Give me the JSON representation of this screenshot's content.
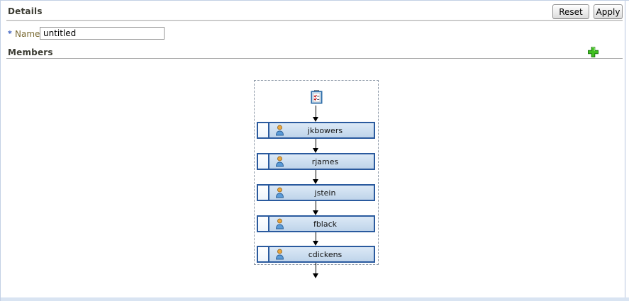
{
  "panel": {
    "title": "Details"
  },
  "toolbar": {
    "reset_label": "Reset",
    "apply_label": "Apply"
  },
  "form": {
    "required_marker": "*",
    "name_label": "Name",
    "name_value": "untitled"
  },
  "members_section": {
    "title": "Members",
    "add_icon": "green-plus-icon"
  },
  "diagram": {
    "start_icon": "task-list-icon",
    "node_icon": "user-icon",
    "flow": "vertical-sequence-with-arrows",
    "members": [
      "jkbowers",
      "rjames",
      "jstein",
      "fblack",
      "cdickens"
    ]
  },
  "colors": {
    "node_border": "#2a5a9e",
    "node_fill": "#c9dcef",
    "add_icon_green": "#3fbf1f",
    "panel_border": "#c3d0e5",
    "arrow": "#000000"
  }
}
